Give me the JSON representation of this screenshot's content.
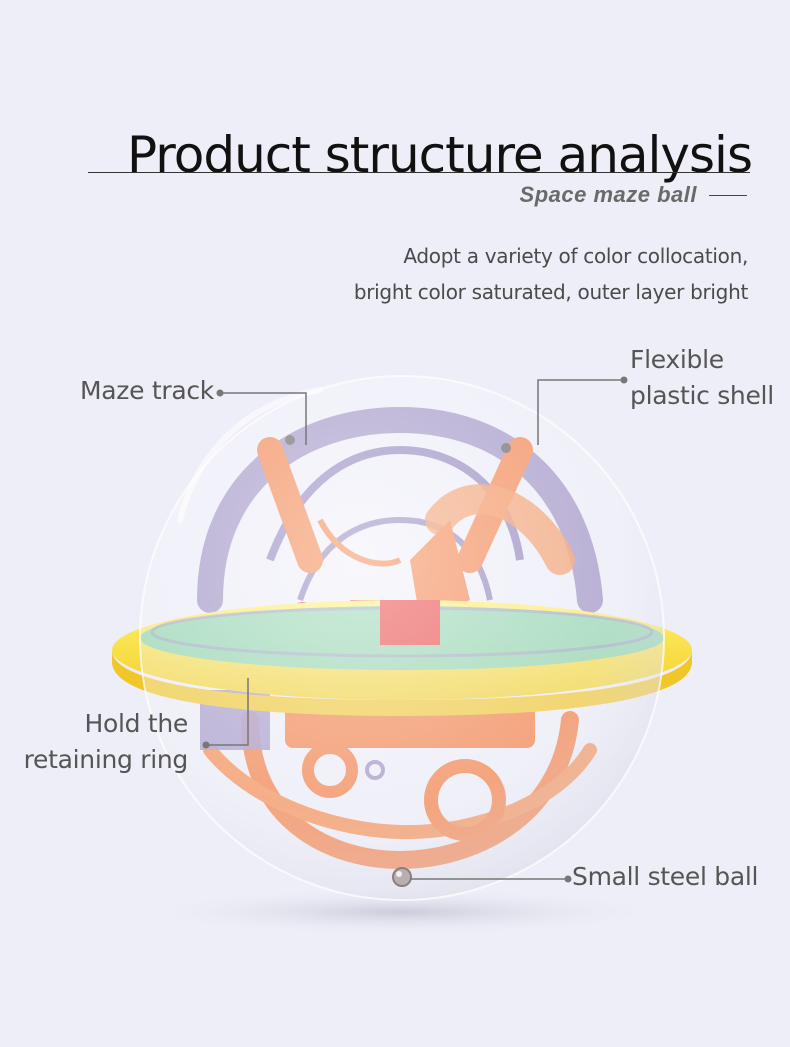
{
  "header": {
    "title": "Product structure analysis",
    "subtitle": "Space maze ball",
    "description": [
      "Adopt a variety of color collocation,",
      "bright color saturated, outer layer bright"
    ]
  },
  "callouts": {
    "maze_track": "Maze track",
    "flexible_shell": [
      "Flexible",
      "plastic shell"
    ],
    "retaining_ring": [
      "Hold the",
      "retaining ring"
    ],
    "steel_ball": "Small steel ball"
  },
  "colors": {
    "background": "#eeeef8",
    "ring_yellow": "#f6df3c",
    "track_orange": "#f47a3c",
    "track_purple": "#9a8cc0",
    "base_teal": "#7ad0b8",
    "block_red": "#ea3a36",
    "callout_line": "#777777"
  },
  "icons": {
    "product_image": "maze-ball-product"
  }
}
